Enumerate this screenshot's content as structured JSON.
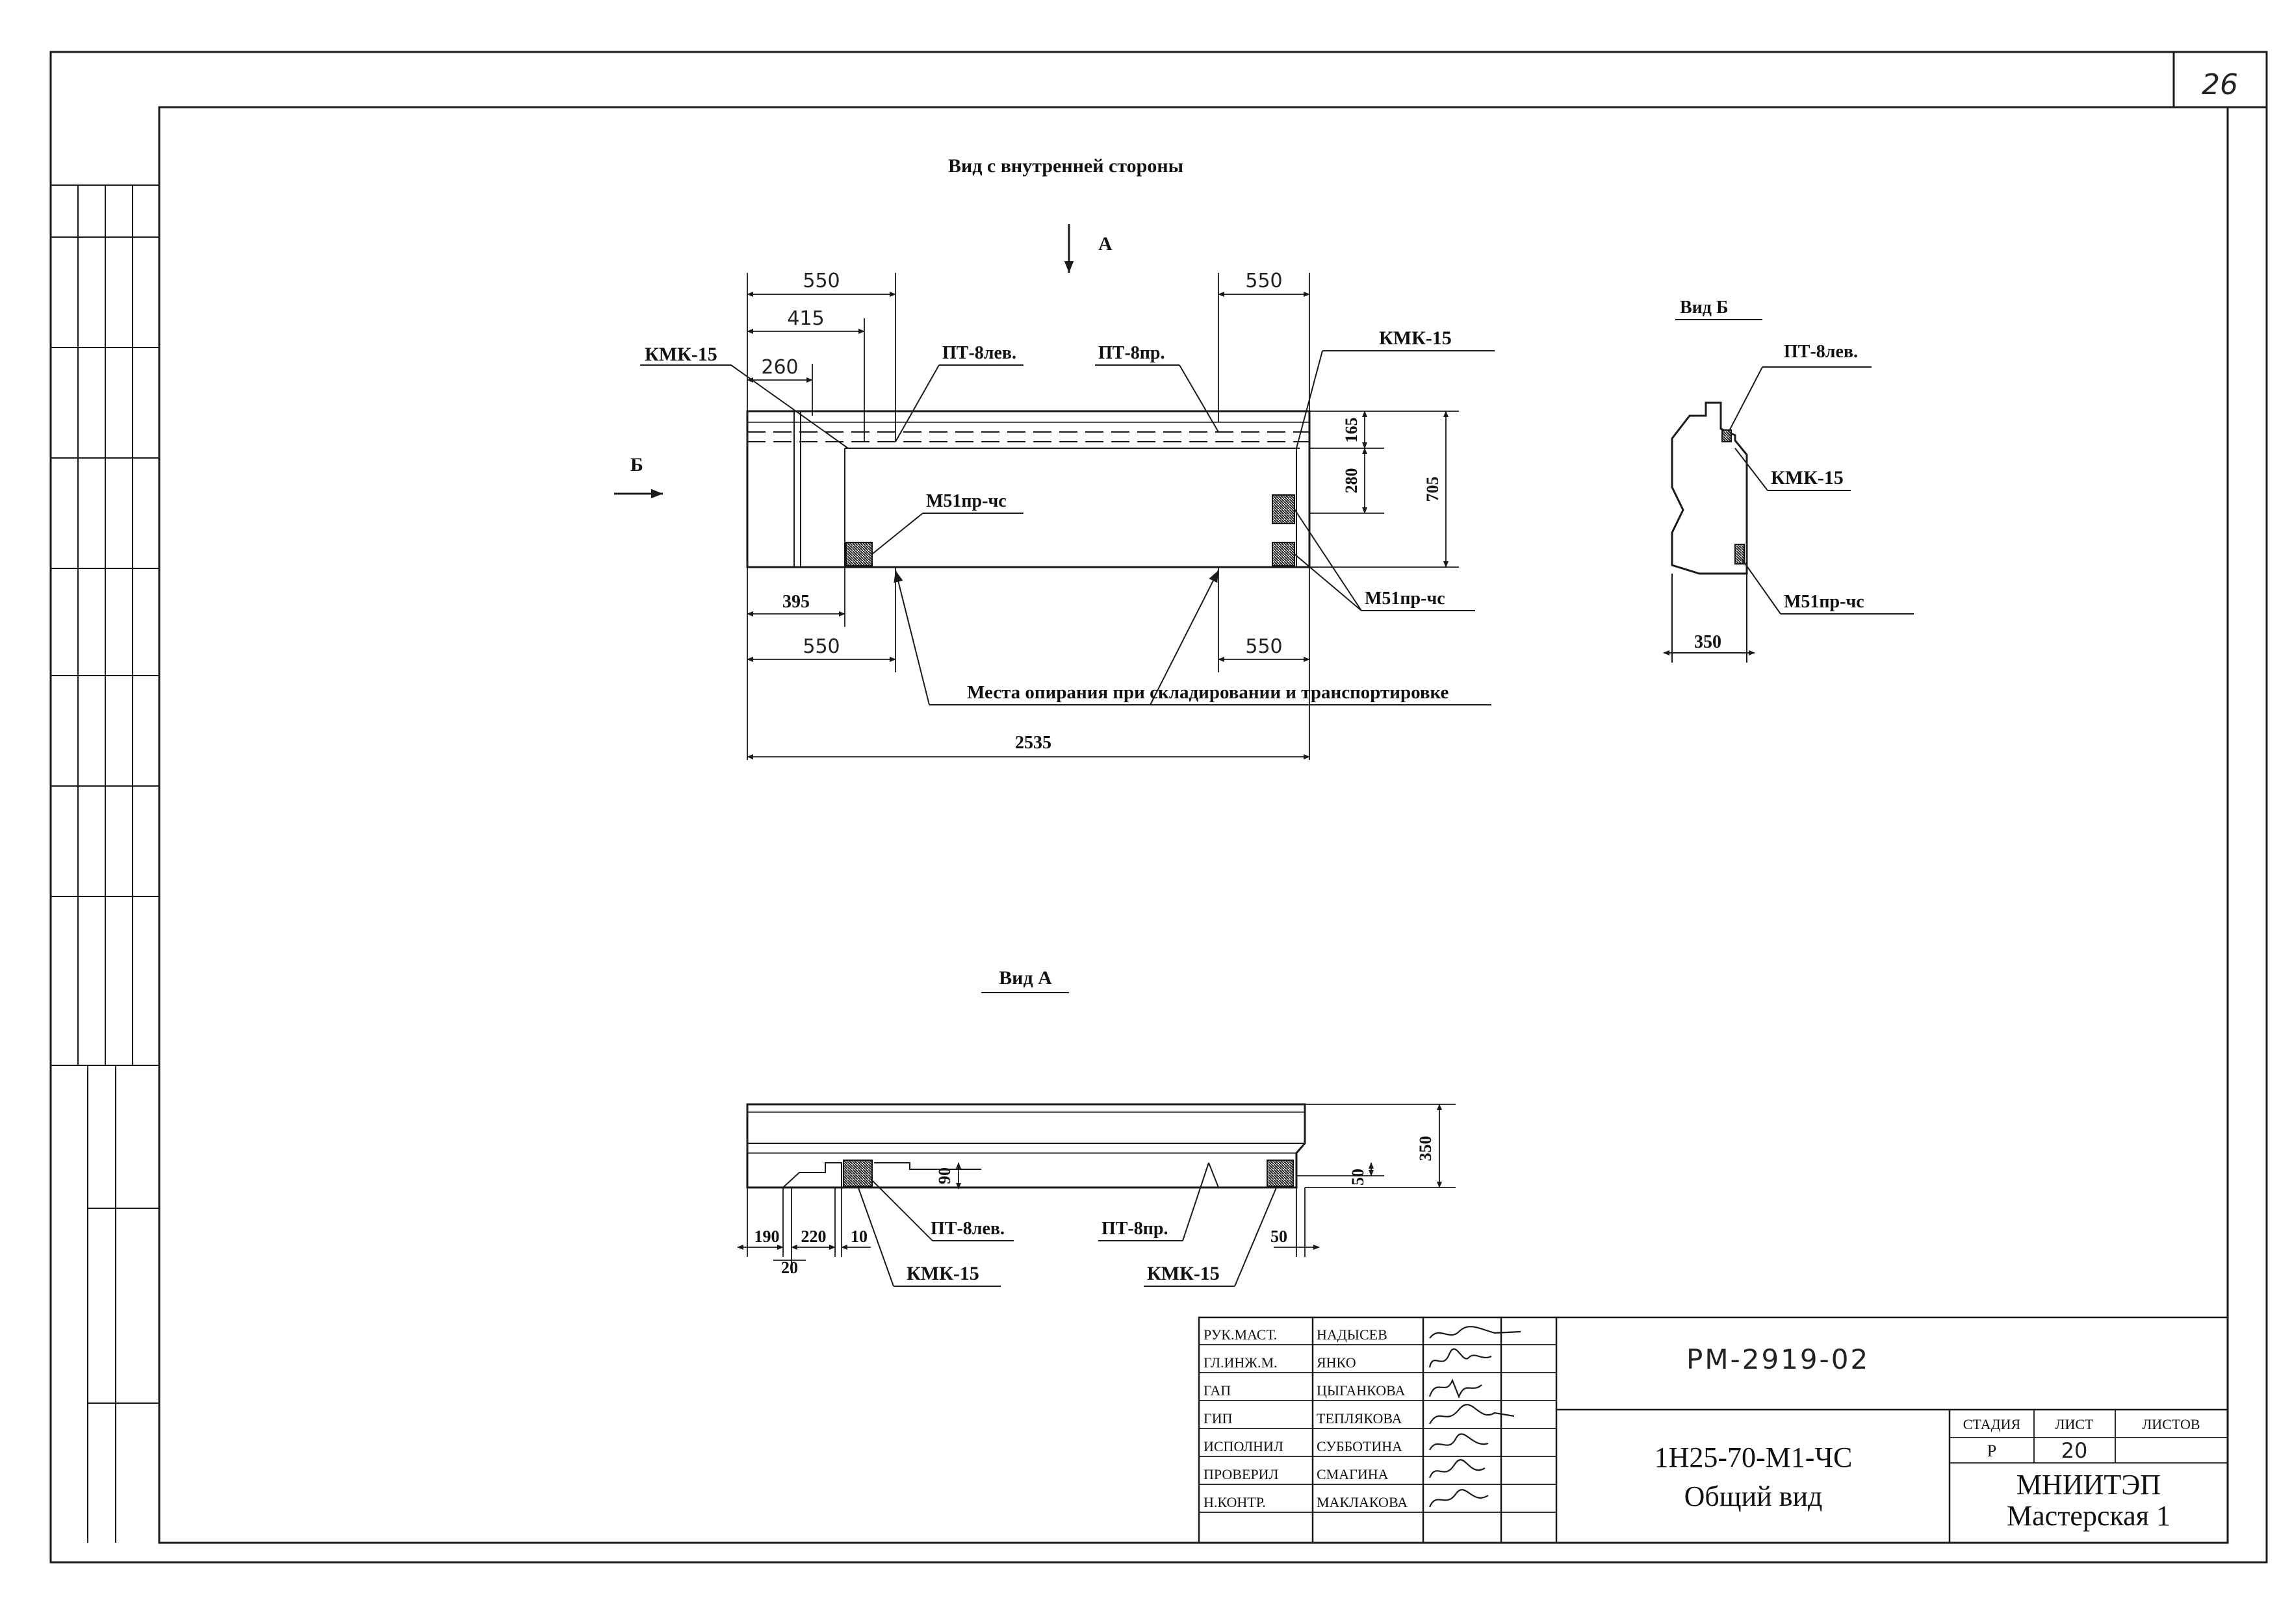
{
  "sheet": {
    "page_number": "26"
  },
  "inner_view": {
    "title": "Вид с внутренней стороны",
    "label_a": "А",
    "label_b": "Б",
    "dim_550_tl": "550",
    "dim_415": "415",
    "dim_260": "260",
    "dim_550_tr": "550",
    "dim_165": "165",
    "dim_280": "280",
    "dim_705": "705",
    "dim_395": "395",
    "dim_550_bl": "550",
    "dim_550_br": "550",
    "dim_2535": "2535",
    "kmk15_left": "КМК-15",
    "kmk15_right": "КМК-15",
    "pt8_left": "ПТ-8лев.",
    "pt8_right": "ПТ-8пр.",
    "m51_left": "М51пр-чс",
    "m51_right": "М51пр-чс",
    "support_note": "Места опирания при складировании и транспортировке"
  },
  "view_b": {
    "title": "Вид Б",
    "pt8": "ПТ-8лев.",
    "kmk15": "КМК-15",
    "m51": "М51пр-чс",
    "dim_350": "350"
  },
  "view_a": {
    "title": "Вид А",
    "dim_350": "350",
    "dim_90": "90",
    "dim_50_v": "50",
    "dim_50_h": "50",
    "dim_190": "190",
    "dim_220": "220",
    "dim_10": "10",
    "dim_20": "20",
    "pt8_left": "ПТ-8лев.",
    "pt8_right": "ПТ-8пр.",
    "kmk15_left": "КМК-15",
    "kmk15_right": "КМК-15"
  },
  "title_block": {
    "roles": [
      "РУК.МАСТ.",
      "ГЛ.ИНЖ.М.",
      "ГАП",
      "ГИП",
      "ИСПОЛНИЛ",
      "ПРОВЕРИЛ",
      "Н.КОНТР."
    ],
    "names": [
      "НАДЫСЕВ",
      "ЯНКО",
      "ЦЫГАНКОВА",
      "ТЕПЛЯКОВА",
      "СУББОТИНА",
      "СМАГИНА",
      "МАКЛАКОВА"
    ],
    "doc_code": "РМ-2919-02",
    "product_code": "1Н25-70-М1-ЧС",
    "sheet_title": "Общий вид",
    "stage_header": "СТАДИЯ",
    "sheet_header": "ЛИСТ",
    "sheets_header": "ЛИСТОВ",
    "stage": "Р",
    "sheet_no": "20",
    "sheets_total": "",
    "org_name": "МНИИТЭП",
    "org_dept": "Мастерская 1"
  }
}
